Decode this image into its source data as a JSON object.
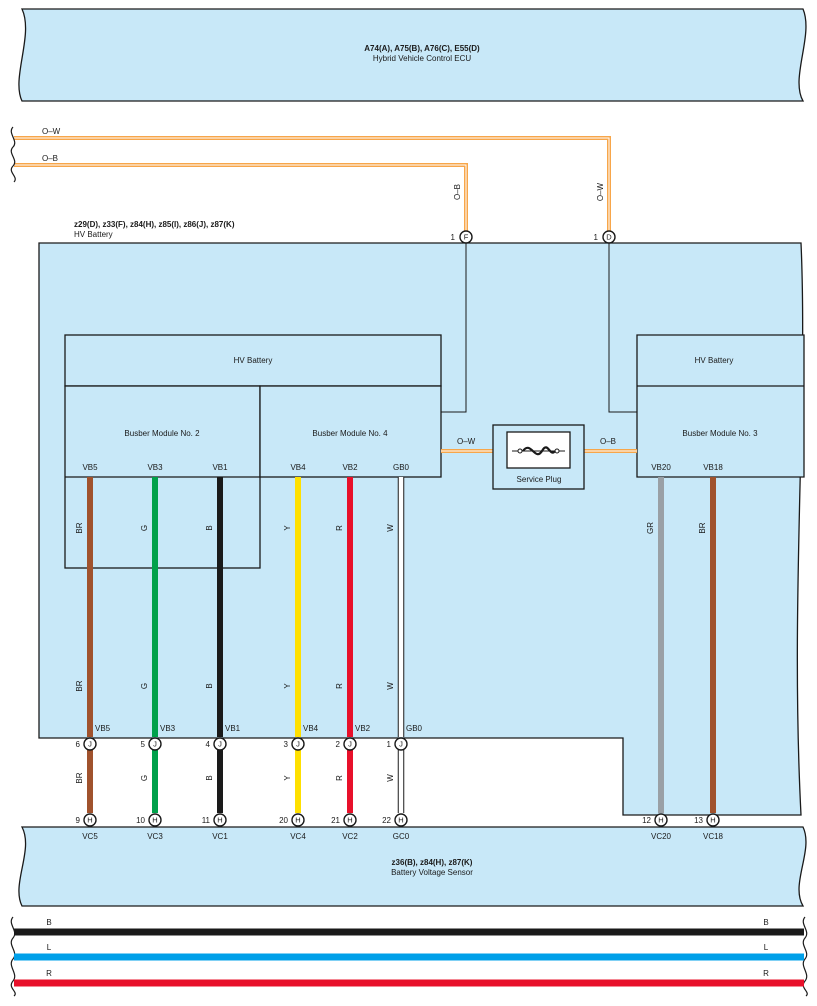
{
  "ecu": {
    "connectors": "A74(A), A75(B), A76(C), E55(D)",
    "name": "Hybrid Vehicle Control ECU"
  },
  "battery": {
    "connectors": "z29(D), z33(F), z84(H), z85(I), z86(J), z87(K)",
    "name": "HV Battery"
  },
  "sensor": {
    "connectors": "z36(B), z84(H), z87(K)",
    "name": "Battery Voltage Sensor"
  },
  "top_wires": {
    "ow": "O–W",
    "ob": "O–B"
  },
  "feeds": [
    {
      "id": "f",
      "wire_label": "O–B",
      "pin": "1",
      "conn": "F"
    },
    {
      "id": "d",
      "wire_label": "O–W",
      "pin": "1",
      "conn": "D"
    }
  ],
  "battery_blocks": {
    "left_title": "HV Battery",
    "right_title": "HV Battery"
  },
  "modules": {
    "no2": "Busber Module No. 2",
    "no4": "Busber Module No. 4",
    "no3": "Busber Module No. 3"
  },
  "service_plug": {
    "label": "Service Plug",
    "left_wire": "O–W",
    "right_wire": "O–B"
  },
  "circuits": [
    {
      "id": "vb5",
      "color": "#a0522d",
      "module_pin": "VB5",
      "wire": "BR",
      "j_pin": "6",
      "j_conn": "J",
      "j_name": "VB5",
      "h_pin": "9",
      "h_conn": "H",
      "h_name": "VC5"
    },
    {
      "id": "vb3",
      "color": "#00a14b",
      "module_pin": "VB3",
      "wire": "G",
      "j_pin": "5",
      "j_conn": "J",
      "j_name": "VB3",
      "h_pin": "10",
      "h_conn": "H",
      "h_name": "VC3"
    },
    {
      "id": "vb1",
      "color": "#1a1a1a",
      "module_pin": "VB1",
      "wire": "B",
      "j_pin": "4",
      "j_conn": "J",
      "j_name": "VB1",
      "h_pin": "11",
      "h_conn": "H",
      "h_name": "VC1"
    },
    {
      "id": "vb4",
      "color": "#ffe000",
      "module_pin": "VB4",
      "wire": "Y",
      "j_pin": "3",
      "j_conn": "J",
      "j_name": "VB4",
      "h_pin": "20",
      "h_conn": "H",
      "h_name": "VC4"
    },
    {
      "id": "vb2",
      "color": "#e8102a",
      "module_pin": "VB2",
      "wire": "R",
      "j_pin": "2",
      "j_conn": "J",
      "j_name": "VB2",
      "h_pin": "21",
      "h_conn": "H",
      "h_name": "VC2"
    },
    {
      "id": "gb0",
      "color": "#ffffff",
      "module_pin": "GB0",
      "wire": "W",
      "j_pin": "1",
      "j_conn": "J",
      "j_name": "GB0",
      "h_pin": "22",
      "h_conn": "H",
      "h_name": "GC0"
    },
    {
      "id": "vb20",
      "color": "#9aa0a6",
      "module_pin": "VB20",
      "wire": "GR",
      "h_pin": "12",
      "h_conn": "H",
      "h_name": "VC20"
    },
    {
      "id": "vb18",
      "color": "#a0522d",
      "module_pin": "VB18",
      "wire": "BR",
      "h_pin": "13",
      "h_conn": "H",
      "h_name": "VC18"
    }
  ],
  "bus_lines": [
    {
      "id": "b",
      "label": "B",
      "color": "#1a1a1a"
    },
    {
      "id": "l",
      "label": "L",
      "color": "#00a0e9"
    },
    {
      "id": "r",
      "label": "R",
      "color": "#e8102a"
    }
  ]
}
